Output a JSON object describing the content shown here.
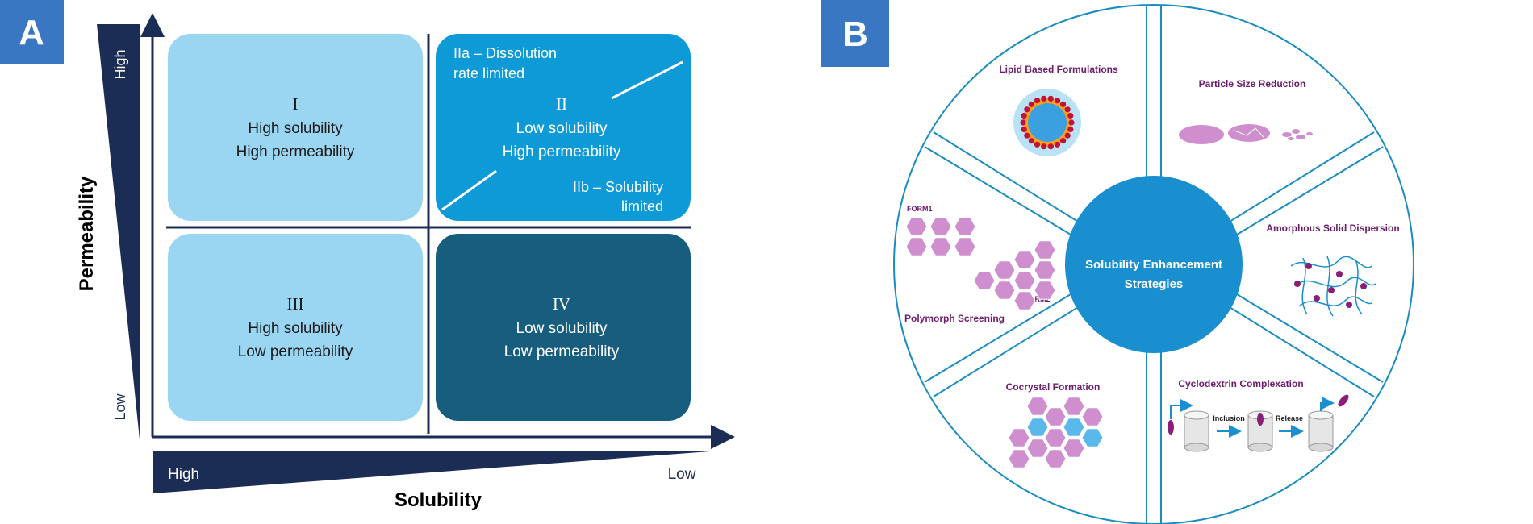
{
  "panel_a": {
    "badge": "A",
    "y_axis": {
      "title": "Permeability",
      "high": "High",
      "low": "Low"
    },
    "x_axis": {
      "title": "Solubility",
      "high": "High",
      "low": "Low"
    },
    "classes": [
      {
        "numeral": "I",
        "line1": "High solubility",
        "line2": "High permeability"
      },
      {
        "numeral": "II",
        "line1": "Low solubility",
        "line2": "High permeability",
        "sub_a_1": "IIa – Dissolution",
        "sub_a_2": "rate limited",
        "sub_b_1": "IIb – Solubility",
        "sub_b_2": "limited"
      },
      {
        "numeral": "III",
        "line1": "High solubility",
        "line2": "Low permeability"
      },
      {
        "numeral": "IV",
        "line1": "Low solubility",
        "line2": "Low permeability"
      }
    ],
    "colors": {
      "light": "#9ad6f2",
      "mid": "#0d9ad6",
      "dark": "#175d7e",
      "navy": "#1b2d55"
    }
  },
  "panel_b": {
    "badge": "B",
    "center_1": "Solubility Enhancement",
    "center_2": "Strategies",
    "segments": {
      "lipid": "Lipid Based Formulations",
      "particle": "Particle Size Reduction",
      "amorphous": "Amorphous Solid Dispersion",
      "cyclodextrin": "Cyclodextrin Complexation",
      "cocrystal": "Cocrystal Formation",
      "polymorph": "Polymorph Screening"
    },
    "labels": {
      "form1": "FORM1",
      "form2": "FORM2",
      "inclusion": "Inclusion",
      "release": "Release"
    },
    "colors": {
      "ring": "#1a8cc0",
      "center": "#1a8fcf",
      "accent": "#6b1d6b",
      "pink": "#cf8fcf"
    }
  }
}
